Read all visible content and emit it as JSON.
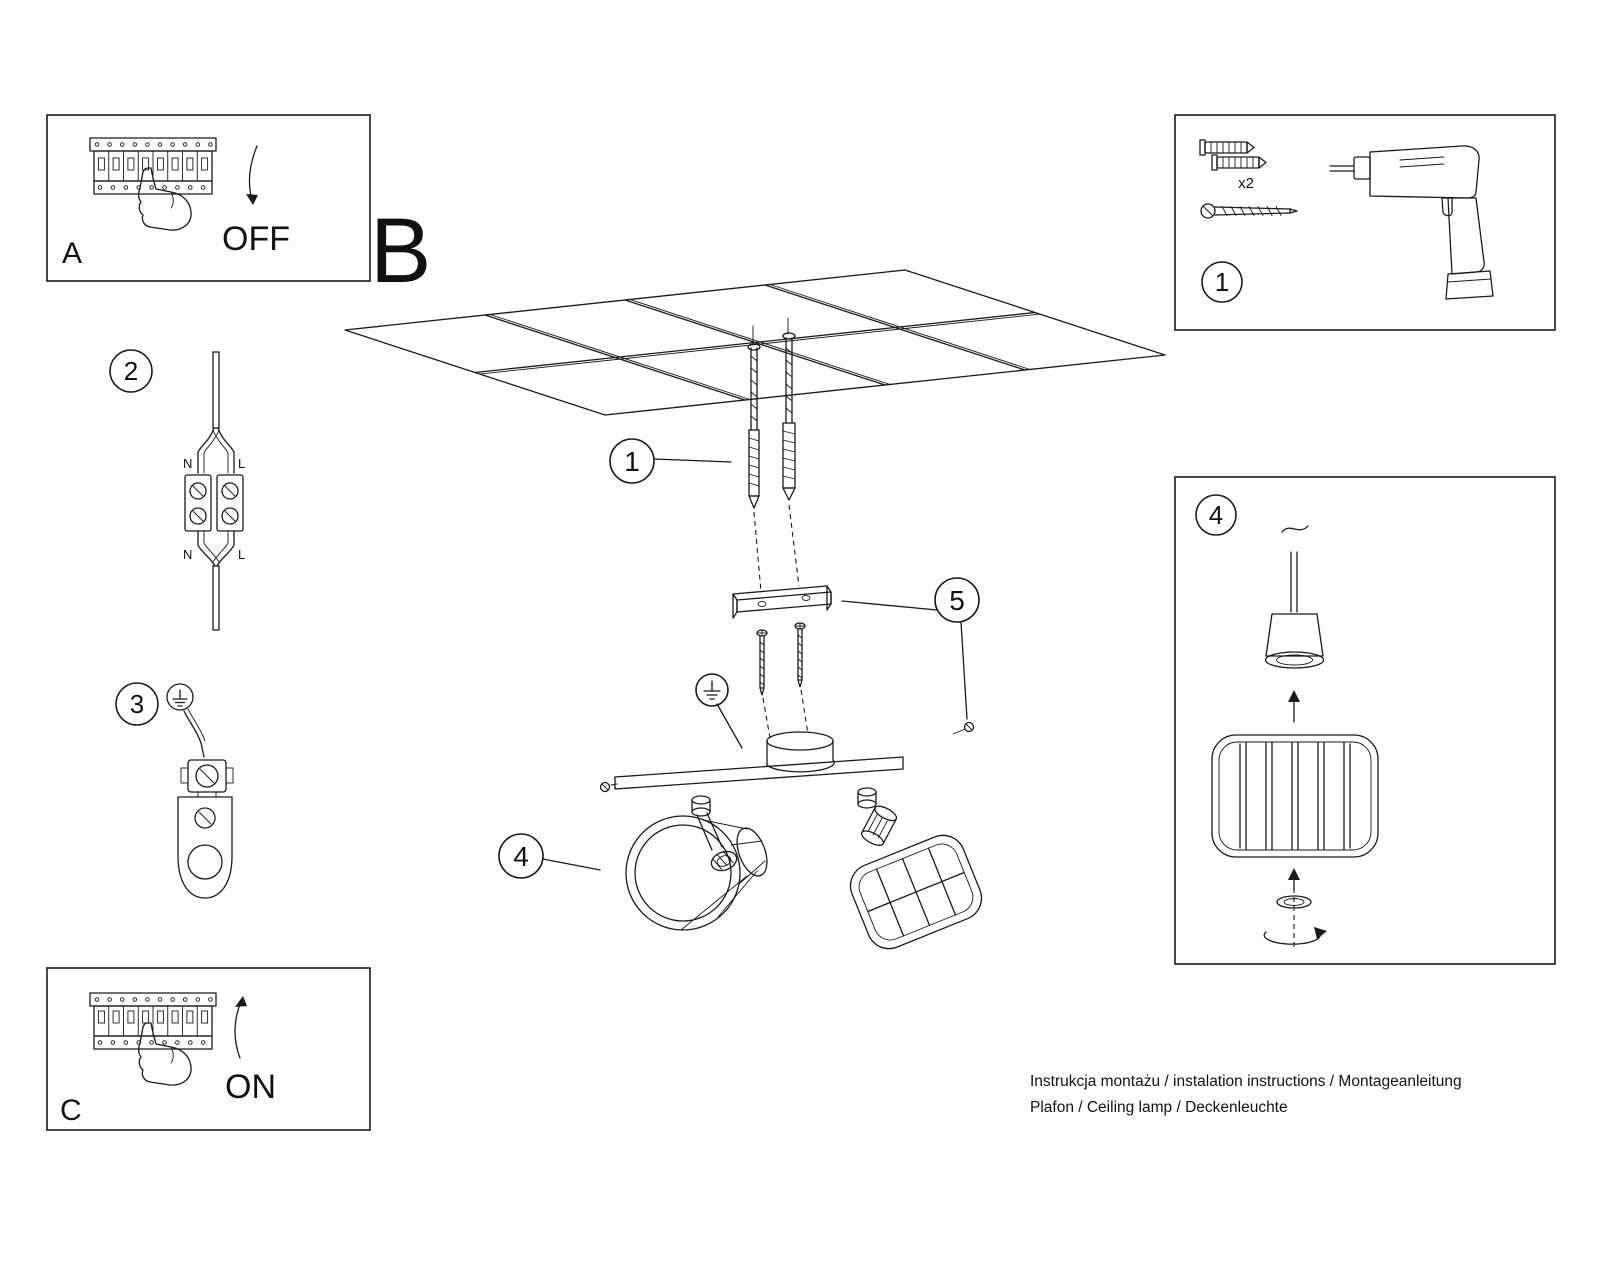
{
  "colors": {
    "line": "#1a1a1a",
    "background": "#ffffff"
  },
  "panel_off": {
    "letter": "A",
    "state_label": "OFF"
  },
  "panel_on": {
    "letter": "C",
    "state_label": "ON"
  },
  "main": {
    "section_label": "B",
    "callout_anchor": "1",
    "callout_shade": "4",
    "callout_screws": "5"
  },
  "wiring": {
    "step_badge": "2",
    "n_top": "N",
    "l_top": "L",
    "n_bottom": "N",
    "l_bottom": "L"
  },
  "grounding": {
    "step_badge": "3"
  },
  "tools_panel": {
    "step_badge": "1",
    "plug_quantity": "x2"
  },
  "shade_panel": {
    "step_badge": "4"
  },
  "footer": {
    "line1": "Instrukcja montażu / instalation instructions / Montageanleitung",
    "line2": "Plafon / Ceiling lamp / Deckenleuchte"
  }
}
